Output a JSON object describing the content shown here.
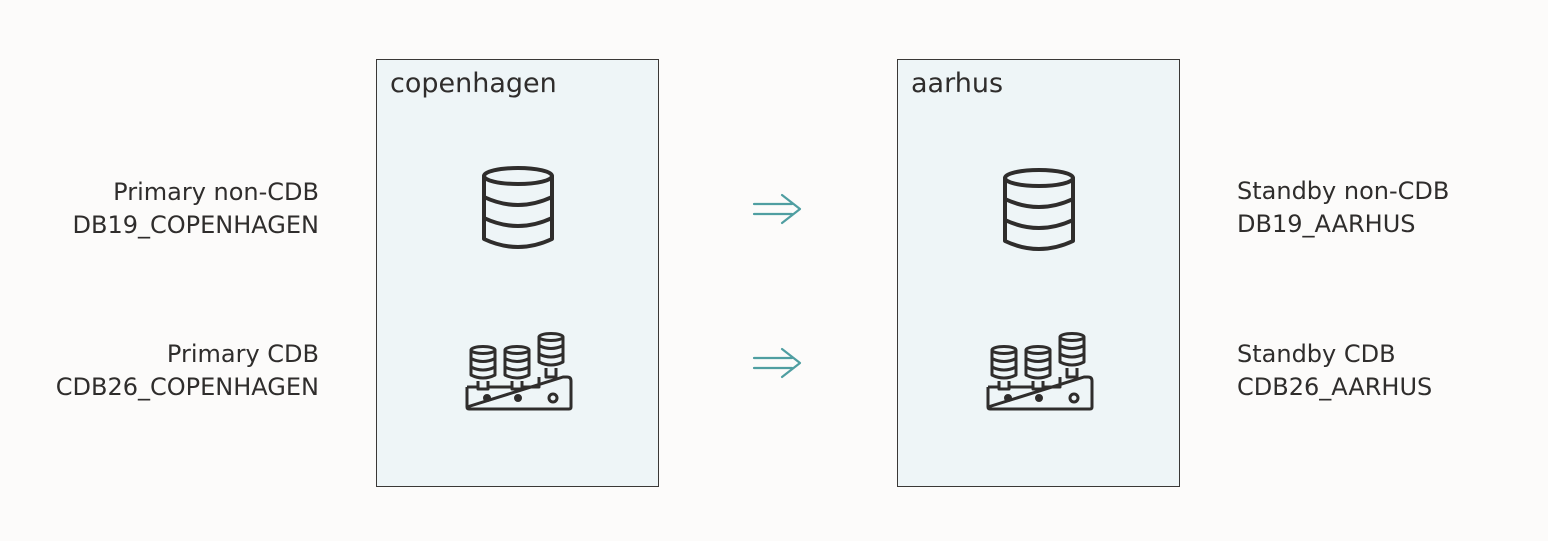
{
  "left_site": {
    "title": "copenhagen",
    "row1": {
      "role": "Primary non-CDB",
      "name": "DB19_COPENHAGEN"
    },
    "row2": {
      "role": "Primary CDB",
      "name": "CDB26_COPENHAGEN"
    }
  },
  "right_site": {
    "title": "aarhus",
    "row1": {
      "role": "Standby non-CDB",
      "name": "DB19_AARHUS"
    },
    "row2": {
      "role": "Standby CDB",
      "name": "CDB26_AARHUS"
    }
  },
  "icons": {
    "single_db": "database-icon",
    "container_db": "container-database-icon",
    "replication_arrow": "double-arrow-right-icon"
  },
  "colors": {
    "box_fill": "#eef5f7",
    "arrow": "#4f9ea1",
    "icon_stroke": "#2f2d2c"
  }
}
